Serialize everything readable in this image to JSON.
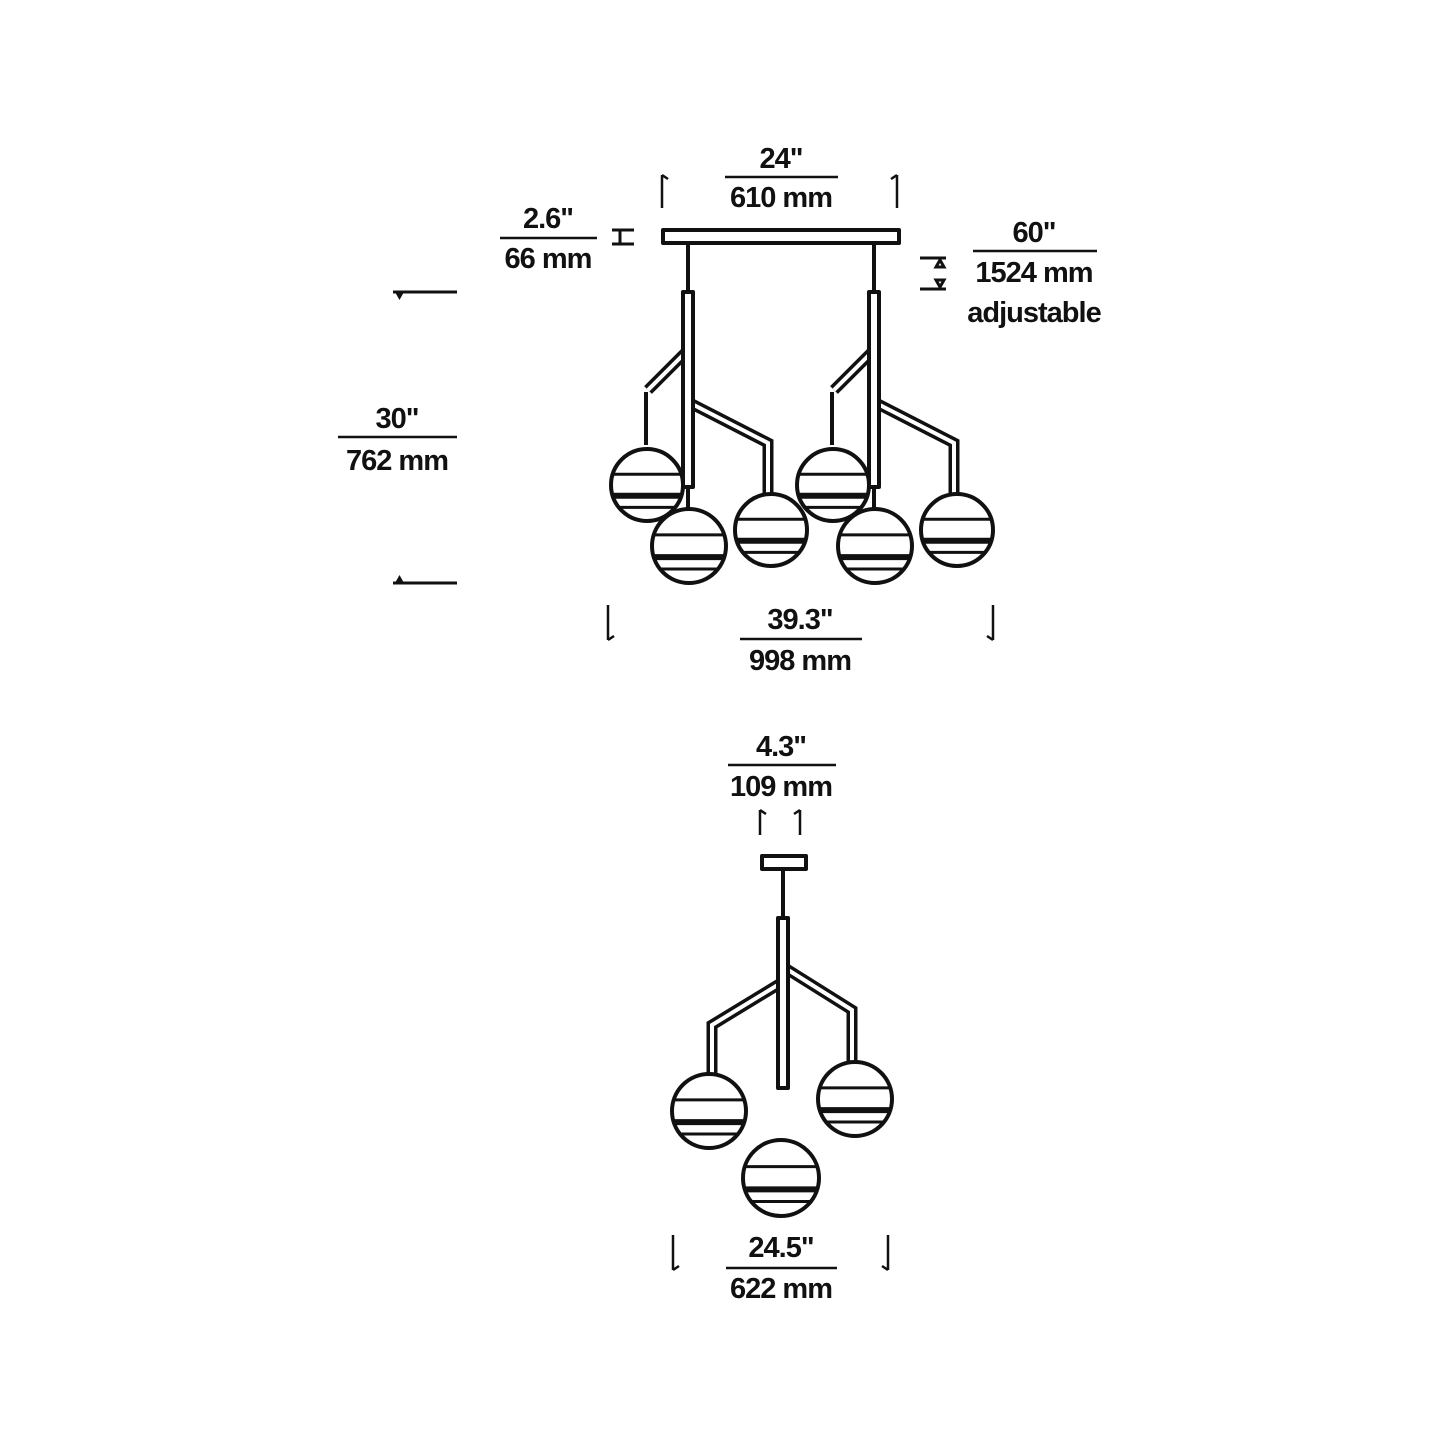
{
  "diagram": {
    "front_view": {
      "canopy_width": {
        "imperial": "24\"",
        "metric": "610 mm"
      },
      "canopy_height": {
        "imperial": "2.6\"",
        "metric": "66 mm"
      },
      "cable_length": {
        "imperial": "60\"",
        "metric": "1524 mm",
        "note": "adjustable"
      },
      "fixture_height": {
        "imperial": "30\"",
        "metric": "762 mm"
      },
      "fixture_width": {
        "imperial": "39.3\"",
        "metric": "998 mm"
      }
    },
    "side_view": {
      "canopy_width": {
        "imperial": "4.3\"",
        "metric": "109 mm"
      },
      "fixture_width": {
        "imperial": "24.5\"",
        "metric": "622 mm"
      }
    }
  },
  "colors": {
    "ink": "#111111",
    "background": "#ffffff"
  }
}
